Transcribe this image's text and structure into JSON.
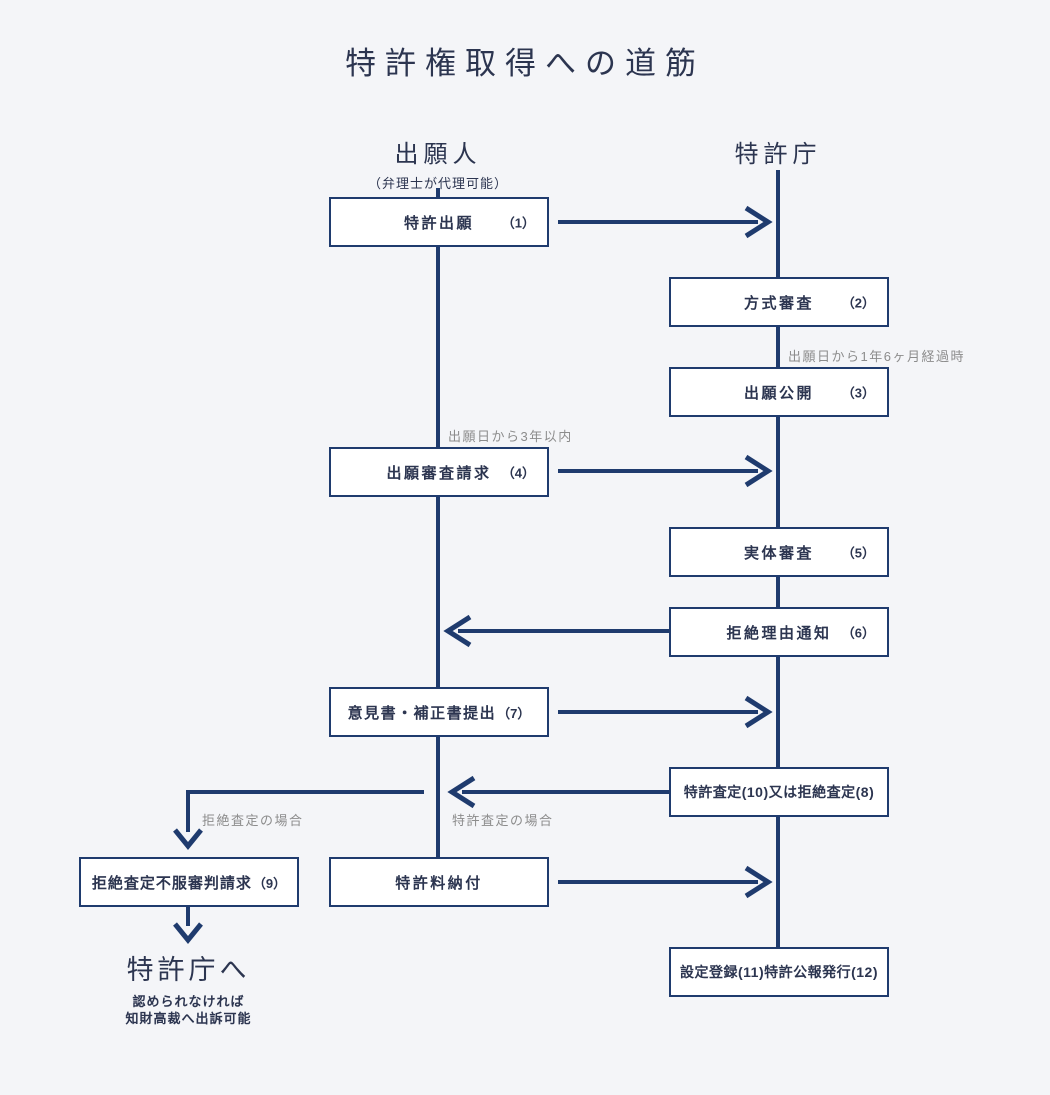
{
  "title": "特許権取得への道筋",
  "colors": {
    "navy": "#1f3b6e",
    "ink": "#2c3550",
    "gray": "#8c8c8c",
    "bg": "#f4f5f8"
  },
  "columns": {
    "applicant": {
      "title": "出願人",
      "subtitle": "（弁理士が代理可能）"
    },
    "office": {
      "title": "特許庁"
    }
  },
  "boxes": [
    {
      "label": "特許出願",
      "num": "（1）"
    },
    {
      "label": "方式審査",
      "num": "（2）"
    },
    {
      "label": "出願公開",
      "num": "（3）"
    },
    {
      "label": "出願審査請求",
      "num": "（4）"
    },
    {
      "label": "実体審査",
      "num": "（5）"
    },
    {
      "label": "拒絶理由通知",
      "num": "（6）"
    },
    {
      "label": "意見書・補正書提出",
      "num": "（7）"
    },
    {
      "label": "特許査定(10)又は拒絶査定(8)",
      "num": ""
    },
    {
      "label": "拒絶査定不服審判請求",
      "num": "（9）"
    },
    {
      "label": "特許料納付",
      "num": ""
    },
    {
      "label": "設定登録(11)特許公報発行(12)",
      "num": ""
    }
  ],
  "annotations": {
    "publication_timing": "出願日から1年6ヶ月経過時",
    "request_deadline": "出願日から3年以内",
    "rejection_case": "拒絶査定の場合",
    "grant_case": "特許査定の場合"
  },
  "footer": {
    "title": "特許庁へ",
    "note_line1": "認められなければ",
    "note_line2": "知財高裁へ出訴可能"
  }
}
